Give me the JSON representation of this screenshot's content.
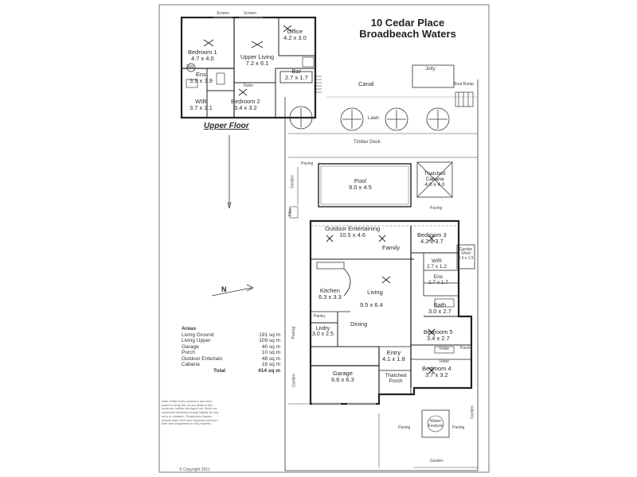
{
  "title": {
    "line1": "10 Cedar Place",
    "line2": "Broadbeach Waters"
  },
  "upper_floor": {
    "heading": "Upper Floor",
    "rooms": {
      "bedroom1": {
        "name": "Bedroom 1",
        "size": "4.7 x 4.0"
      },
      "upper_living": {
        "name": "Upper Living",
        "size": "7.2 x 6.1"
      },
      "office": {
        "name": "Office",
        "size": "4.2 x 3.0"
      },
      "ens": {
        "name": "Ens",
        "size": "3.9 x 3.9"
      },
      "bar": {
        "name": "Bar",
        "size": "2.7 x 1.7"
      },
      "wir": {
        "name": "WIR",
        "size": "3.7 x 2.1"
      },
      "bedroom2": {
        "name": "Bedroom 2",
        "size": "3.4 x 3.2"
      },
      "robe": "Robe",
      "spa": "Spa",
      "screen_left": "Screen",
      "screen_right": "Screen"
    }
  },
  "outdoor": {
    "jetty": "Jetty",
    "boat_ramp": "Boat Ramp",
    "canal": "Canal",
    "lawn": "Lawn",
    "timber_deck": "Timber Deck",
    "paving": "Paving",
    "garden": "Garden",
    "filter": "Filter",
    "pool": {
      "name": "Pool",
      "size": "9.0 x 4.5"
    },
    "cabana": {
      "name": "Thatched Cabana",
      "size": "4.0 x 4.0"
    },
    "garden_shed": {
      "name": "Garden Shed",
      "size": "3.0 x 1.5"
    },
    "water_feature": "Water Feature"
  },
  "ground_floor": {
    "rooms": {
      "outdoor_entertaining": {
        "name": "Outdoor Entertaining",
        "size": "10.5 x 4.6"
      },
      "family": {
        "name": "Family"
      },
      "kitchen": {
        "name": "Kitchen",
        "size": "6.3 x 3.3"
      },
      "living": {
        "name": "Living",
        "size": "9.5 x 6.4"
      },
      "dining": {
        "name": "Dining"
      },
      "bedroom3": {
        "name": "Bedroom 3",
        "size": "4.2 x 3.7"
      },
      "wir": {
        "name": "WIR",
        "size": "2.7 x 1.2"
      },
      "ens": {
        "name": "Ens",
        "size": "2.7 x 1.7"
      },
      "bath": {
        "name": "Bath",
        "size": "3.0 x 2.7"
      },
      "bedroom5": {
        "name": "Bedroom 5",
        "size": "3.4 x 2.7"
      },
      "bedroom4": {
        "name": "Bedroom 4",
        "size": "3.7 x 3.2"
      },
      "lndry": {
        "name": "Lndry",
        "size": "3.0 x 2.5"
      },
      "entry": {
        "name": "Entry",
        "size": "4.1 x 1.8"
      },
      "garage": {
        "name": "Garage",
        "size": "6.6 x 6.3"
      },
      "porch": {
        "name": "Thatched Porch"
      },
      "robe": "Robe",
      "pantry": "Pantry"
    }
  },
  "compass": "N",
  "areas": {
    "heading": "Areas",
    "rows": [
      {
        "name": "Living Ground",
        "value": "191 sq m"
      },
      {
        "name": "Living Upper",
        "value": "109 sq m"
      },
      {
        "name": "Garage",
        "value": "40 sq m"
      },
      {
        "name": "Porch",
        "value": "10 sq m"
      },
      {
        "name": "Outdoor Entertain",
        "value": "48 sq m"
      },
      {
        "name": "Cabana",
        "value": "16 sq m"
      }
    ],
    "total": {
      "name": "Total",
      "value": "414 sq m"
    }
  },
  "note": "Note: While every endeavor has been made to verify the correct detail in this brochure, neither the Agent nor Seller nor connected illustrator accept liability for any error or omission. Prospective Buyers should make their own enquiries and from their own judgement on this property.",
  "copyright": "© Copyright 2011"
}
